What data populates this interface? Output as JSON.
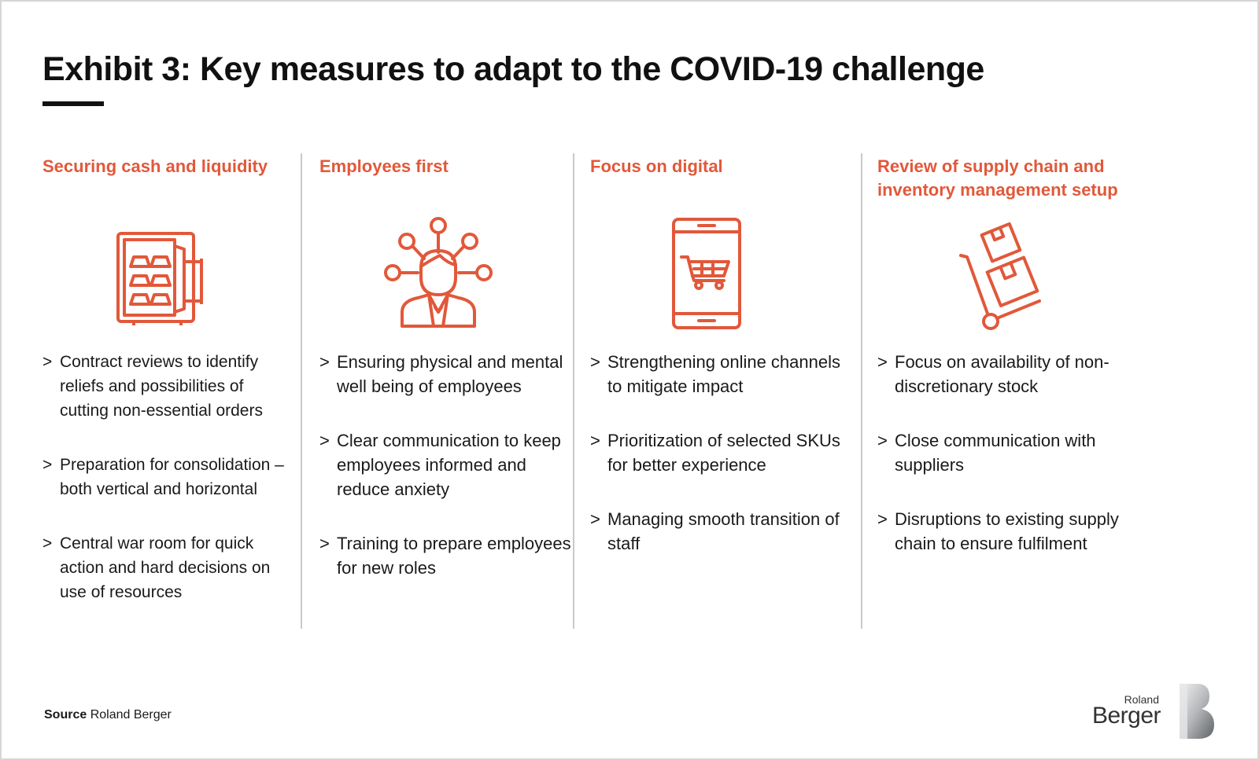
{
  "title": "Exhibit 3: Key measures to adapt to the COVID-19 challenge",
  "accent_color": "#e2583a",
  "columns": [
    {
      "heading": "Securing cash and liquidity",
      "icon": "safe-with-gold-bars-icon",
      "bullets": [
        "Contract reviews to identify reliefs and possibilities of cutting non-essential orders",
        "Preparation for consolidation – both vertical and horizontal",
        "Central war room for quick action and hard decisions on use of resources"
      ]
    },
    {
      "heading": "Employees first",
      "icon": "person-network-icon",
      "bullets": [
        "Ensuring physical and mental well being of employees",
        "Clear communication to keep employees informed and reduce anxiety",
        "Training to prepare employees for new roles"
      ]
    },
    {
      "heading": "Focus on digital",
      "icon": "smartphone-cart-icon",
      "bullets": [
        "Strengthening online channels to mitigate impact",
        "Prioritization of selected SKUs for better experience",
        "Managing smooth transition of staff"
      ]
    },
    {
      "heading": "Review of supply chain and inventory management setup",
      "icon": "hand-truck-boxes-icon",
      "bullets": [
        "Focus on availability of non-discretionary stock",
        "Close communication with suppliers",
        "Disruptions to existing supply chain to ensure fulfilment"
      ]
    }
  ],
  "source": {
    "label": "Source",
    "text": "Roland Berger"
  },
  "logo": {
    "line1": "Roland",
    "line2": "Berger"
  }
}
